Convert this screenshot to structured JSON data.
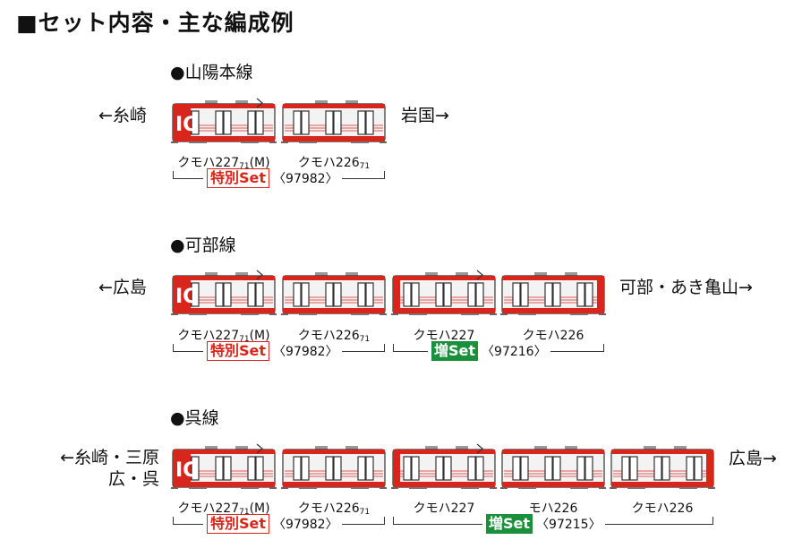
{
  "title": "■セット内容・主な編成例",
  "formations": [
    {
      "line": "●山陽本線",
      "left_dest": "←糸崎",
      "right_dest": "岩国→",
      "cars": [
        {
          "type": "cab-red",
          "label": "クモハ227",
          "sub": "71",
          "suffix": "(M)"
        },
        {
          "type": "plain",
          "label": "クモハ226",
          "sub": "71",
          "suffix": ""
        }
      ],
      "sets": [
        {
          "badge": "特別Set",
          "code": "〈97982〉",
          "style": "red"
        }
      ]
    },
    {
      "line": "●可部線",
      "left_dest": "←広島",
      "right_dest": "可部・あき亀山→",
      "cars": [
        {
          "type": "cab-red",
          "label": "クモハ227",
          "sub": "71",
          "suffix": "(M)"
        },
        {
          "type": "plain",
          "label": "クモハ226",
          "sub": "71",
          "suffix": ""
        },
        {
          "type": "cab",
          "label": "クモハ227",
          "sub": "",
          "suffix": ""
        },
        {
          "type": "cab-end",
          "label": "クモハ226",
          "sub": "",
          "suffix": ""
        }
      ],
      "sets": [
        {
          "badge": "特別Set",
          "code": "〈97982〉",
          "style": "red"
        },
        {
          "badge": "増Set",
          "code": "〈97216〉",
          "style": "green"
        }
      ]
    },
    {
      "line": "●呉線",
      "left_dest": "←糸崎・三原",
      "left_dest2": "広・呉",
      "right_dest": "広島→",
      "cars": [
        {
          "type": "cab-red",
          "label": "クモハ227",
          "sub": "71",
          "suffix": "(M)"
        },
        {
          "type": "plain",
          "label": "クモハ226",
          "sub": "71",
          "suffix": ""
        },
        {
          "type": "cab",
          "label": "クモハ227",
          "sub": "",
          "suffix": ""
        },
        {
          "type": "mid",
          "label": "モハ226",
          "sub": "",
          "suffix": ""
        },
        {
          "type": "cab-end",
          "label": "クモハ226",
          "sub": "",
          "suffix": ""
        }
      ],
      "sets": [
        {
          "badge": "特別Set",
          "code": "〈97982〉",
          "style": "red"
        },
        {
          "badge": "増Set",
          "code": "〈97215〉",
          "style": "green"
        }
      ]
    }
  ],
  "colors": {
    "body_red": "#d9261c",
    "window_border": "#444444",
    "roof": "#bbbbbb",
    "badge_green": "#1a8f3c"
  }
}
